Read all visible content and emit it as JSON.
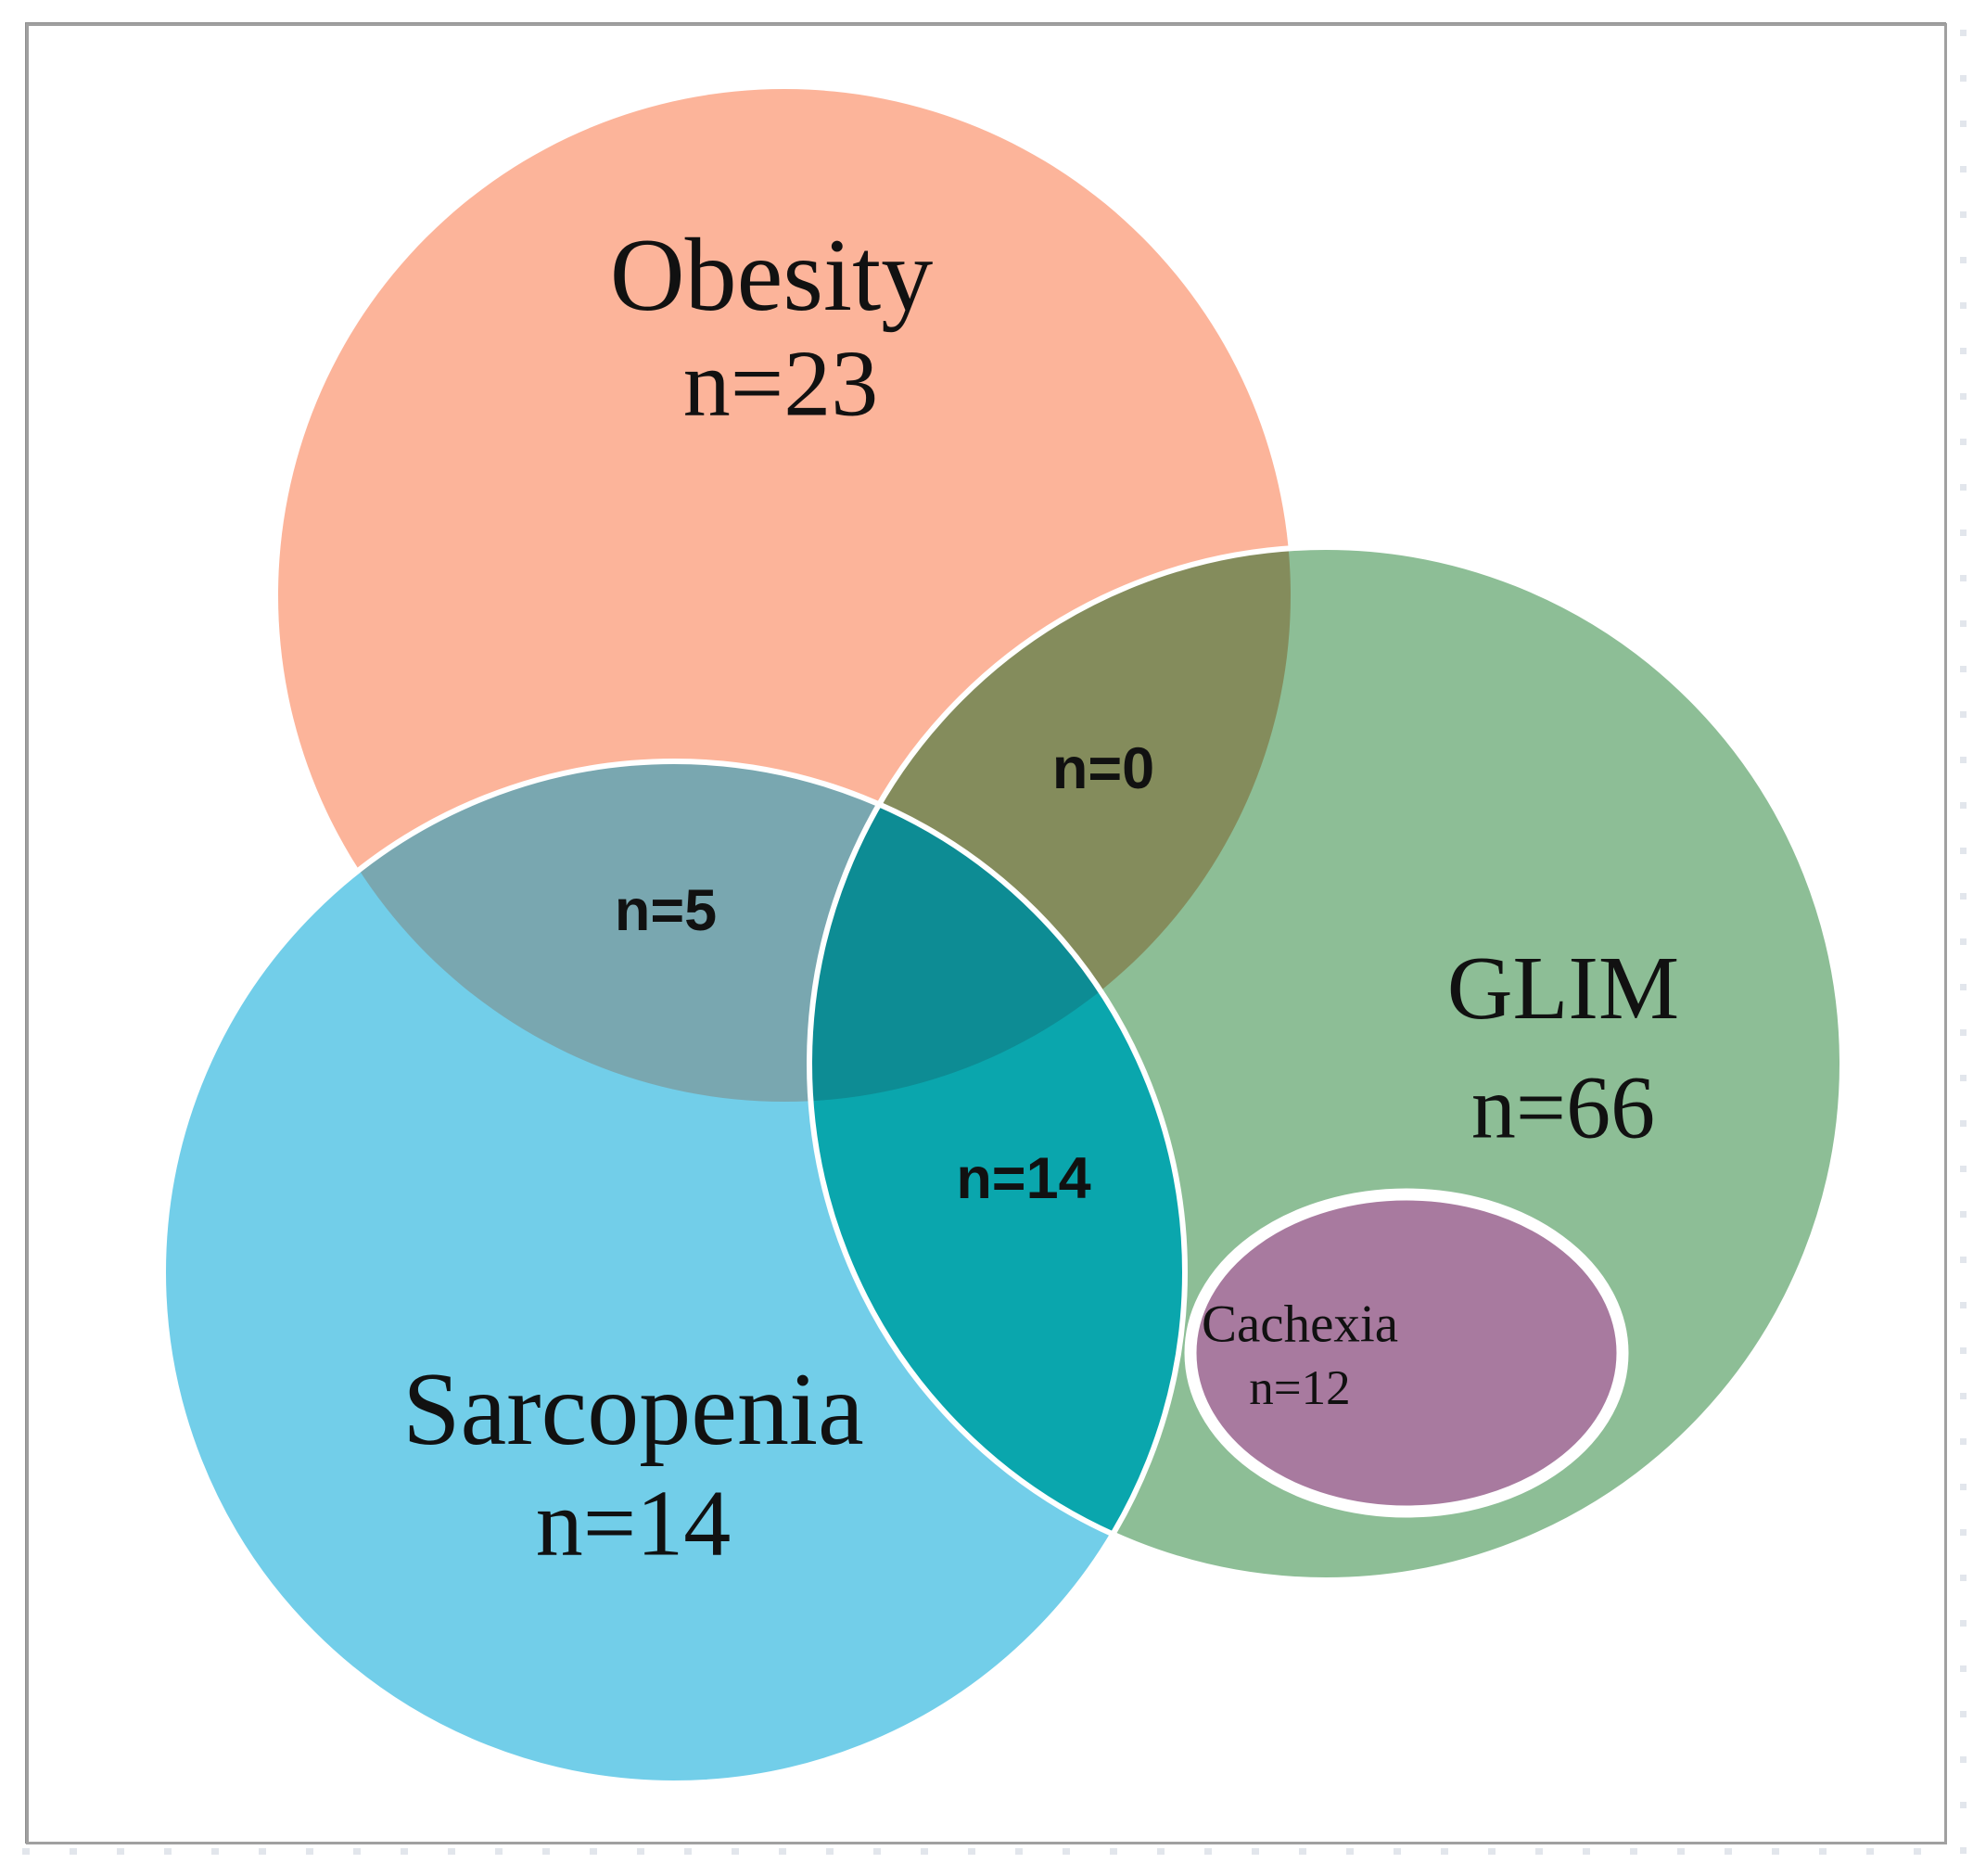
{
  "page": {
    "background_color": "#ffffff",
    "frame_border_color": "#a0a0a0",
    "edge_dot_color": "#dde2e9"
  },
  "venn": {
    "stroke_color": "#ffffff",
    "text_color": "#111111",
    "sets": [
      {
        "name": "Obesity",
        "n": 23,
        "count_label": "n=23",
        "color": "#fcb49a"
      },
      {
        "name": "GLIM",
        "n": 66,
        "count_label": "n=66",
        "color": "#8dbe96"
      },
      {
        "name": "Sarcopenia",
        "n": 14,
        "count_label": "n=14",
        "color": "#72cee9"
      },
      {
        "name": "Cachexia",
        "n": 12,
        "count_label": "n=12",
        "color": "#a87a9f",
        "contained_in": "GLIM"
      }
    ],
    "overlaps": [
      {
        "sets": [
          "Obesity",
          "GLIM"
        ],
        "n": 0,
        "count_label": "n=0",
        "color": "#848c5c"
      },
      {
        "sets": [
          "Obesity",
          "Sarcopenia"
        ],
        "n": 5,
        "count_label": "n=5",
        "color": "#79a7b0"
      },
      {
        "sets": [
          "Sarcopenia",
          "GLIM"
        ],
        "n": 14,
        "count_label": "n=14",
        "color": "#0aa6ad"
      },
      {
        "sets": [
          "Obesity",
          "Sarcopenia",
          "GLIM"
        ],
        "count_label": "",
        "color": "#0d8c94"
      }
    ]
  }
}
